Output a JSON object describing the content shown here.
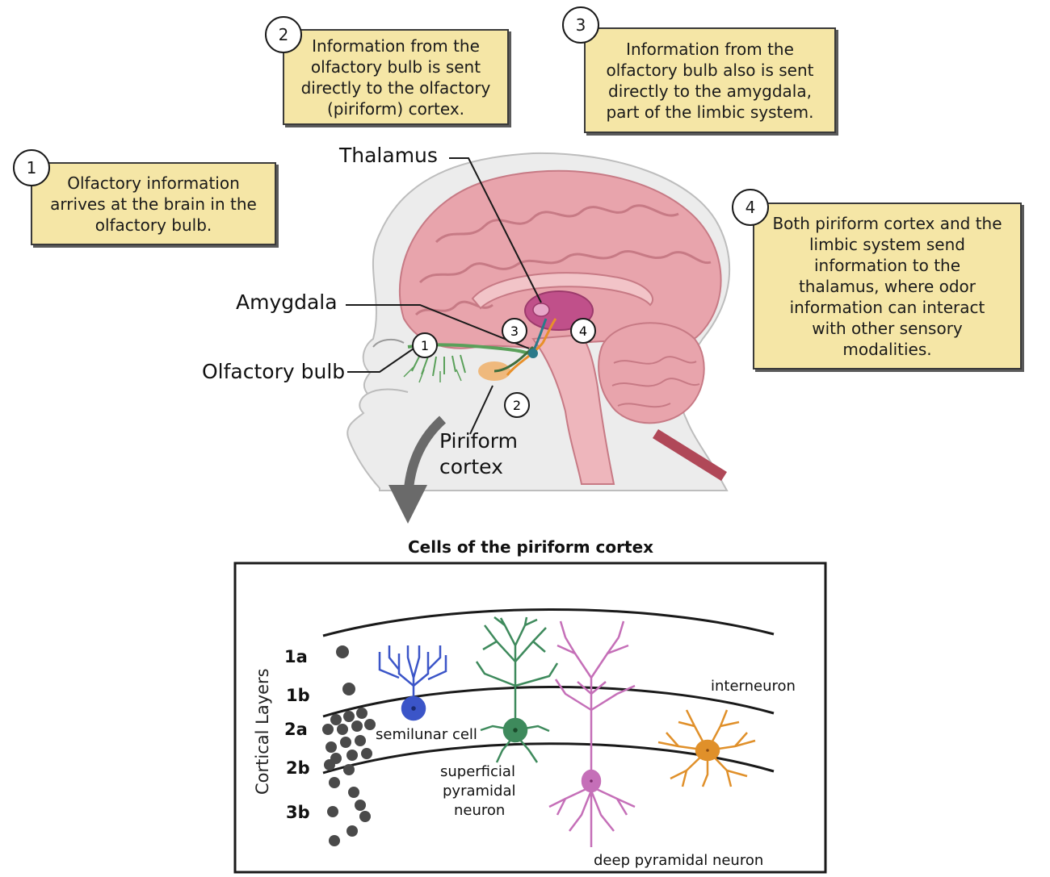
{
  "steps": [
    {
      "num": "1",
      "text": "Olfactory information arrives at the brain in the olfactory bulb.",
      "lines": [
        "Olfactory information",
        "arrives at the brain in the",
        "olfactory bulb."
      ]
    },
    {
      "num": "2",
      "text": "Information from the olfactory bulb is sent directly to the olfactory (piriform) cortex.",
      "lines": [
        "Information from the",
        "olfactory bulb is sent",
        "directly to the olfactory",
        "(piriform) cortex."
      ]
    },
    {
      "num": "3",
      "text": "Information from the olfactory bulb also is sent directly to the amygdala, part of the limbic system.",
      "lines": [
        "Information from the",
        "olfactory bulb also is sent",
        "directly to the amygdala,",
        "part of the limbic system."
      ]
    },
    {
      "num": "4",
      "text": "Both piriform cortex and the limbic system send information to the thalamus, where odor information can interact with other sensory modalities.",
      "lines": [
        "Both piriform cortex and the",
        "limbic system send",
        "information to the",
        "thalamus, where odor",
        "information can interact",
        "with other sensory",
        "modalities."
      ]
    }
  ],
  "brain_labels": {
    "thalamus": "Thalamus",
    "amygdala": "Amygdala",
    "olfactory_bulb": "Olfactory bulb",
    "piriform_line1": "Piriform",
    "piriform_line2": "cortex"
  },
  "pathway_markers": [
    "1",
    "2",
    "3",
    "4"
  ],
  "panel": {
    "title": "Cells of the piriform cortex",
    "axis_title": "Cortical Layers",
    "layers": [
      "1a",
      "1b",
      "2a",
      "2b",
      "3b"
    ],
    "cells": {
      "semilunar": "semilunar cell",
      "superficial_line1": "superficial",
      "superficial_line2": "pyramidal",
      "superficial_line3": "neuron",
      "deep": "deep pyramidal neuron",
      "interneuron": "interneuron"
    }
  },
  "colors": {
    "box_fill": "#f5e6a6",
    "brain": "#e8a4ac",
    "thalamus": "#c0508a",
    "olfactory_path": "#5aa05a",
    "piriform_path": "#e8902a",
    "semilunar_cell": "#3b55c8",
    "superficial_pyramidal": "#3e8a5c",
    "deep_pyramidal": "#c56fb8",
    "interneuron": "#e0902a",
    "arrow": "#6a6a6a",
    "spinal_cord": "#b04858"
  }
}
